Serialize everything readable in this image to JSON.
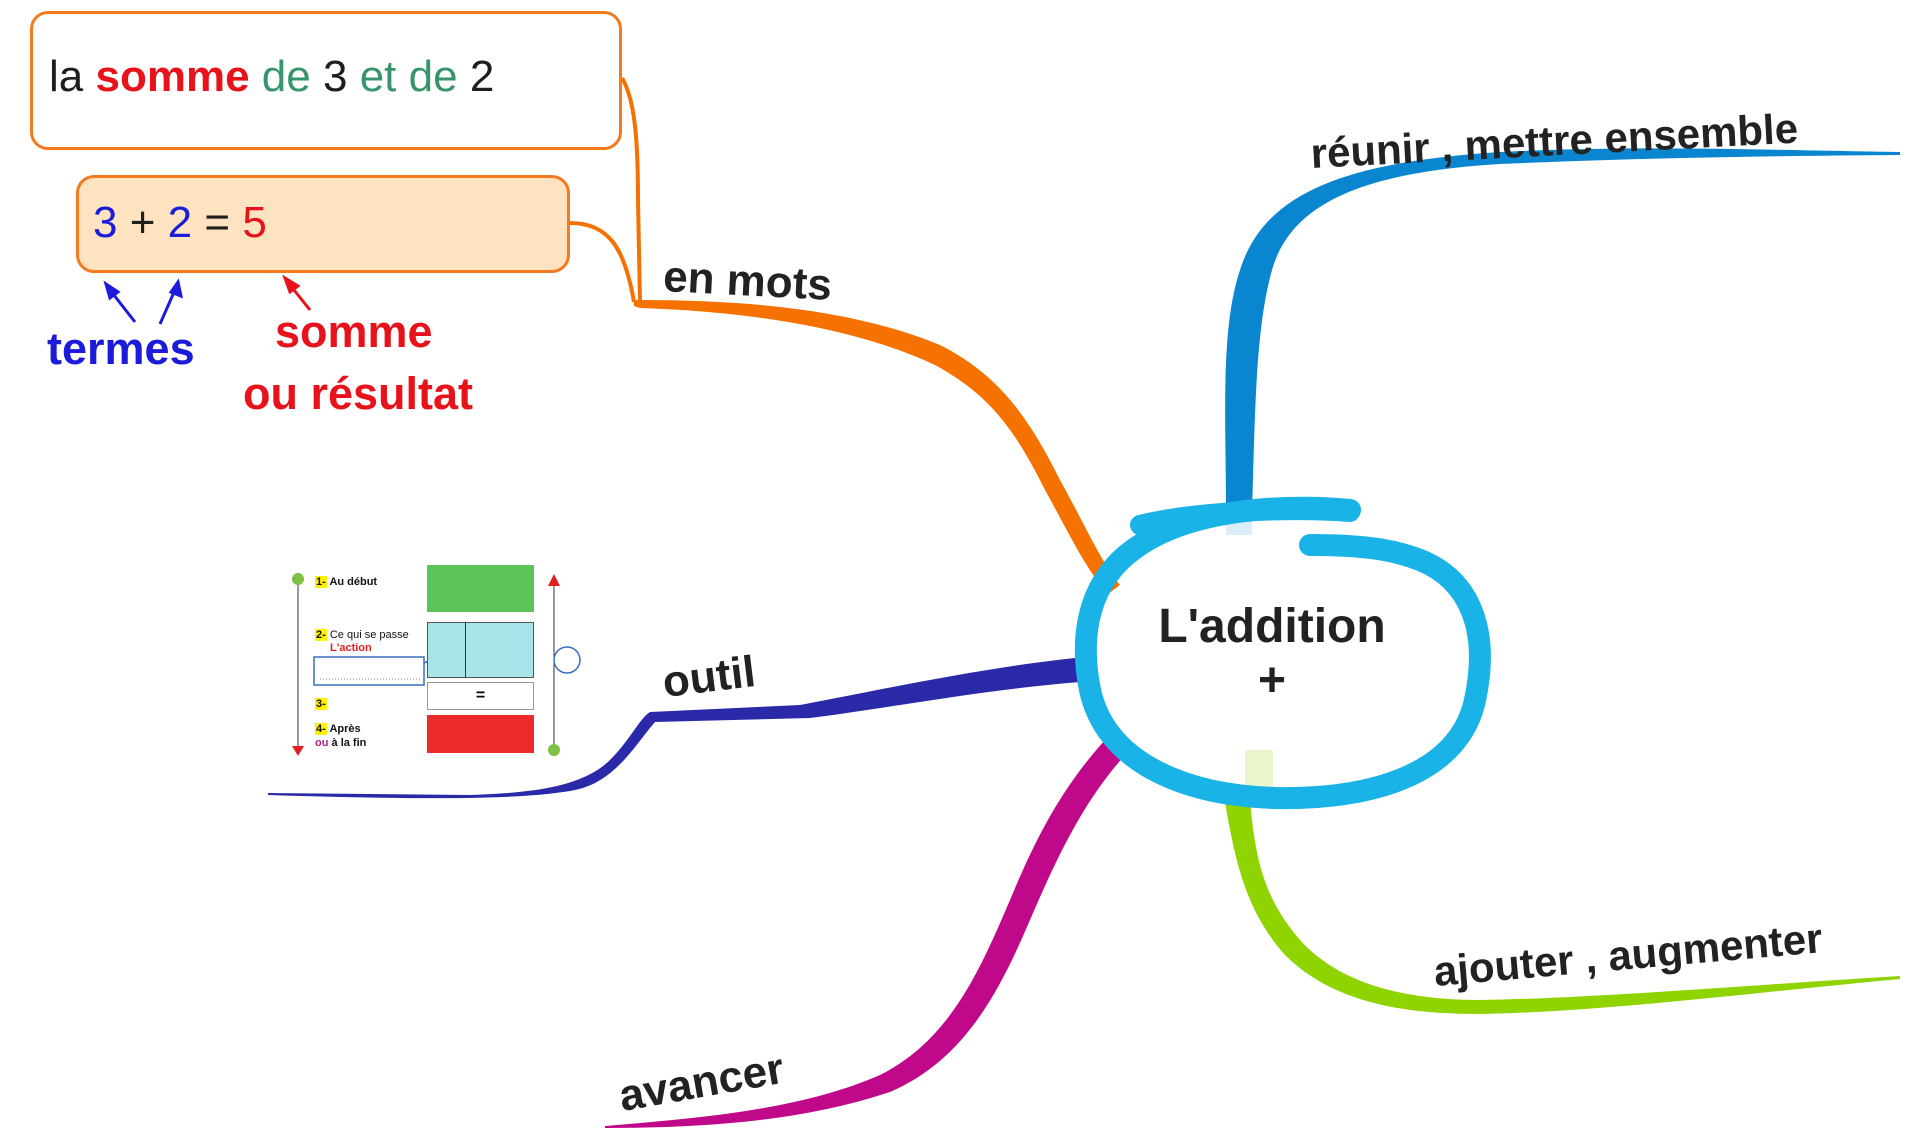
{
  "central_node": {
    "title": "L'addition",
    "symbol": "+",
    "ring_color": "#1AB3E8"
  },
  "branches": [
    {
      "id": "en-mots",
      "label": "en mots",
      "color": "#F57200"
    },
    {
      "id": "reunir",
      "label": "réunir , mettre ensemble",
      "color": "#0A86D0"
    },
    {
      "id": "outil",
      "label": "outil",
      "color": "#2A2AA8"
    },
    {
      "id": "avancer",
      "label": "avancer",
      "color": "#C0088A"
    },
    {
      "id": "ajouter",
      "label": "ajouter , augmenter",
      "color": "#8FD400"
    }
  ],
  "en_mots": {
    "sentence": [
      {
        "text": "la",
        "style": "black"
      },
      {
        "text": "somme",
        "style": "red-bold"
      },
      {
        "text": "de",
        "style": "green"
      },
      {
        "text": "3",
        "style": "black"
      },
      {
        "text": "et de",
        "style": "green"
      },
      {
        "text": "2",
        "style": "black"
      }
    ],
    "equation": [
      {
        "text": "3",
        "style": "blue"
      },
      {
        "text": "+",
        "style": "black"
      },
      {
        "text": "2",
        "style": "blue"
      },
      {
        "text": "=",
        "style": "black"
      },
      {
        "text": "5",
        "style": "red"
      }
    ],
    "annotations": {
      "terms": "termes",
      "sum_line1": "somme",
      "sum_line2": "ou résultat"
    }
  },
  "tool_figure": {
    "steps": [
      {
        "num": "1-",
        "label": "Au  début"
      },
      {
        "num": "2-",
        "label": "Ce  qui  se  passe",
        "sub": "L'action"
      },
      {
        "num": "3-",
        "label": ""
      },
      {
        "num": "4-",
        "label": "Après",
        "sub_prefix": "ou",
        "sub": "à  la  fin"
      }
    ],
    "equals": "=",
    "colors": {
      "start": "#5CC35A",
      "action": "#A9E4EA",
      "end": "#EE2B2B",
      "highlight": "#FFF200"
    }
  }
}
